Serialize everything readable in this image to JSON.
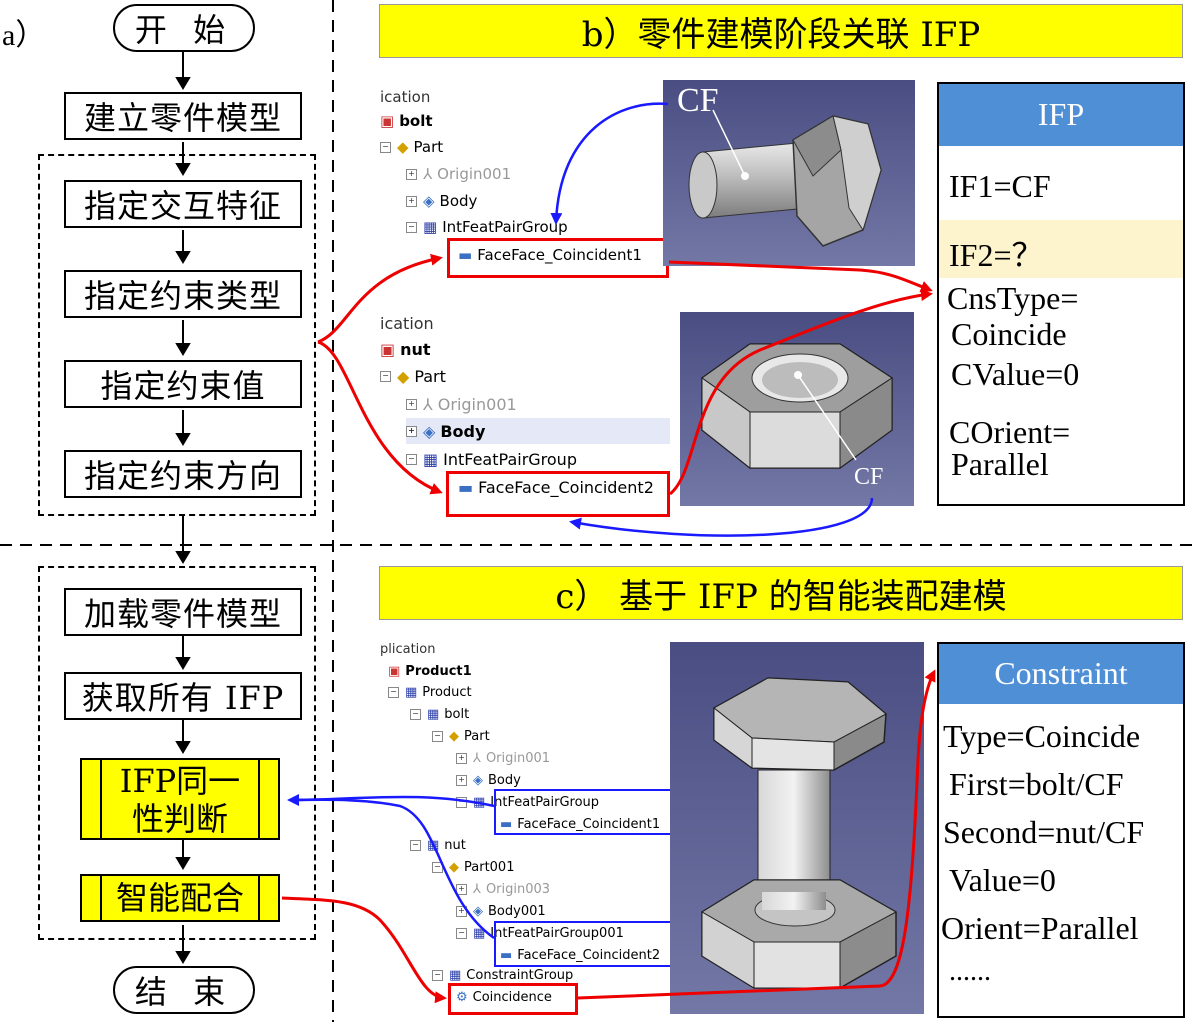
{
  "labels": {
    "a": "a）",
    "b": "b）零件建模阶段关联 IFP",
    "c": "c）  基于 IFP 的智能装配建模"
  },
  "flowchart": {
    "start": "开 始",
    "end": "结 束",
    "steps": [
      "建立零件模型",
      "指定交互特征",
      "指定约束类型",
      "指定约束值",
      "指定约束方向",
      "加载零件模型",
      "获取所有 IFP"
    ],
    "decision1_line1": "IFP同一",
    "decision1_line2": "性判断",
    "decision2": "智能配合"
  },
  "tree_b1": {
    "header": "ication",
    "root": "bolt",
    "items": [
      "Part",
      "Origin001",
      "Body",
      "IntFeatPairGroup",
      "FaceFace_Coincident1"
    ]
  },
  "tree_b2": {
    "header": "ication",
    "root": "nut",
    "items": [
      "Part",
      "Origin001",
      "Body",
      "IntFeatPairGroup",
      "FaceFace_Coincident2"
    ]
  },
  "tree_c": {
    "header": "plication",
    "items": [
      "Product1",
      "Product",
      "bolt",
      "Part",
      "Origin001",
      "Body",
      "IntFeatPairGroup",
      "FaceFace_Coincident1",
      "nut",
      "Part001",
      "Origin003",
      "Body001",
      "IntFeatPairGroup001",
      "FaceFace_Coincident2",
      "ConstraintGroup",
      "Coincidence"
    ]
  },
  "viewport_labels": {
    "cf_bolt": "CF",
    "cf_nut": "CF"
  },
  "ifp_panel": {
    "title": "IFP",
    "lines": [
      "IF1=CF",
      "IF2=？",
      "CnsType=",
      "Coincide",
      "CValue=0",
      "COrient=",
      "Parallel"
    ]
  },
  "constraint_panel": {
    "title": "Constraint",
    "lines": [
      "Type=Coincide",
      "First=bolt/CF",
      "Second=nut/CF",
      "Value=0",
      "Orient=Parallel",
      "......"
    ]
  },
  "colors": {
    "yellow": "#ffff00",
    "header_blue": "#4f8fd6",
    "red": "#ee0000",
    "blue": "#1a1aff",
    "ifp_highlight": "#fdf3cc"
  }
}
